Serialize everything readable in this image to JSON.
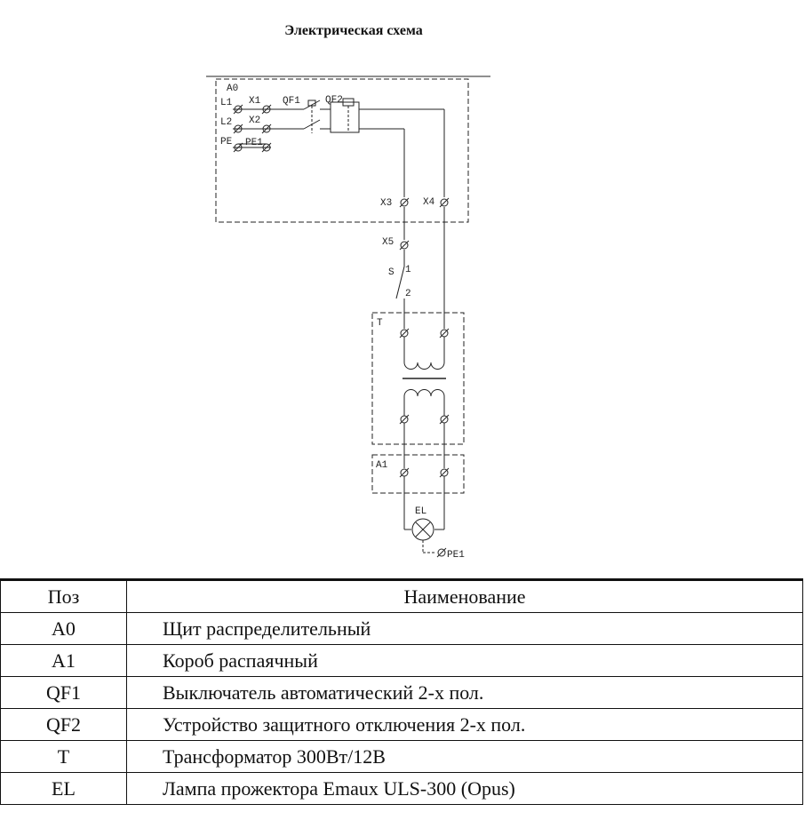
{
  "title": "Электрическая схема",
  "diagram": {
    "labels": {
      "a0": "A0",
      "l1": "L1",
      "l2": "L2",
      "pe": "PE",
      "x1": "X1",
      "x2": "X2",
      "qf1": "QF1",
      "qf2": "QF2",
      "pe1_top": "PE1",
      "x3": "X3",
      "x4": "X4",
      "x5": "X5",
      "s": "S",
      "s1": "1",
      "s2": "2",
      "t": "T",
      "a1": "A1",
      "el": "EL",
      "pe1_bottom": "PE1"
    }
  },
  "table": {
    "headers": [
      "Поз",
      "Наименование"
    ],
    "rows": [
      {
        "pos": "A0",
        "name": "Щит распределительный"
      },
      {
        "pos": "A1",
        "name": "Короб распаячный"
      },
      {
        "pos": "QF1",
        "name": "Выключатель автоматический 2-х пол."
      },
      {
        "pos": "QF2",
        "name": "Устройство защитного отключения 2-х пол."
      },
      {
        "pos": "T",
        "name": "Трансформатор 300Вт/12В"
      },
      {
        "pos": "EL",
        "name": "Лампа прожектора Emaux ULS-300  (Opus)"
      }
    ]
  }
}
